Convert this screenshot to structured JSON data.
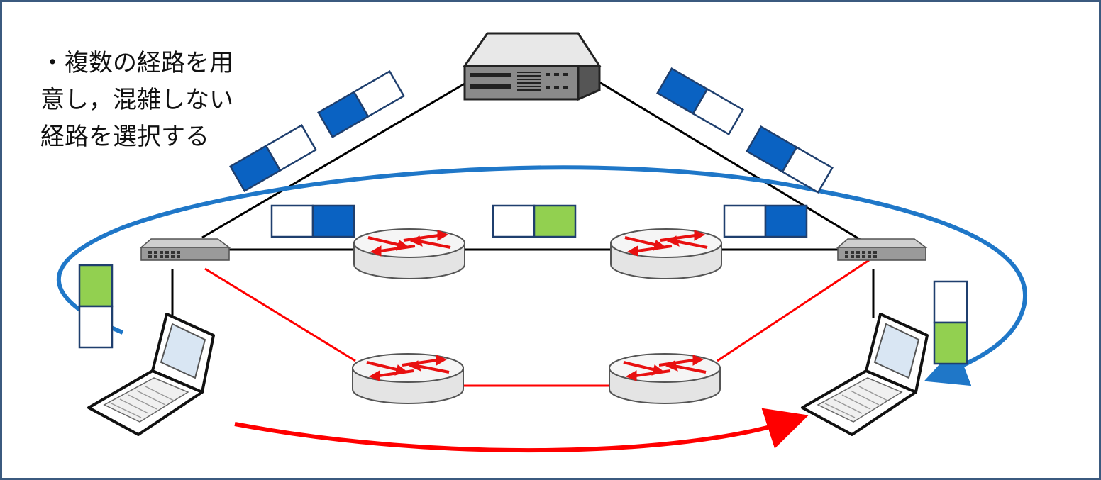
{
  "caption": {
    "lines": [
      "・複数の経路を用",
      "意し，混雑しない",
      "経路を選択する"
    ]
  },
  "colors": {
    "frame": "#3b5a7f",
    "queue_filled": "#0a62c2",
    "queue_free": "#92d050",
    "queue_border": "#1f3f6e",
    "selected_path": "#ff0000",
    "congested_flow": "#1f77c8",
    "link": "#000000",
    "router_arrows": "#e81010"
  },
  "icons": {
    "core_switch": "core-switch-icon",
    "edge_switch": "switch-icon",
    "router": "router-icon",
    "laptop": "laptop-icon"
  },
  "queues": {
    "upper_left_link": [
      {
        "slots": [
          "filled",
          "empty"
        ]
      },
      {
        "slots": [
          "filled",
          "empty"
        ]
      }
    ],
    "upper_right_link": [
      {
        "slots": [
          "filled",
          "empty"
        ]
      },
      {
        "slots": [
          "filled",
          "empty"
        ]
      }
    ],
    "top_router_path": [
      {
        "slots": [
          "empty",
          "filled"
        ]
      },
      {
        "slots": [
          "empty",
          "free"
        ]
      },
      {
        "slots": [
          "empty",
          "filled"
        ]
      }
    ],
    "sender": {
      "slots": [
        "free",
        "empty"
      ]
    },
    "receiver": {
      "slots": [
        "empty",
        "free"
      ]
    }
  }
}
